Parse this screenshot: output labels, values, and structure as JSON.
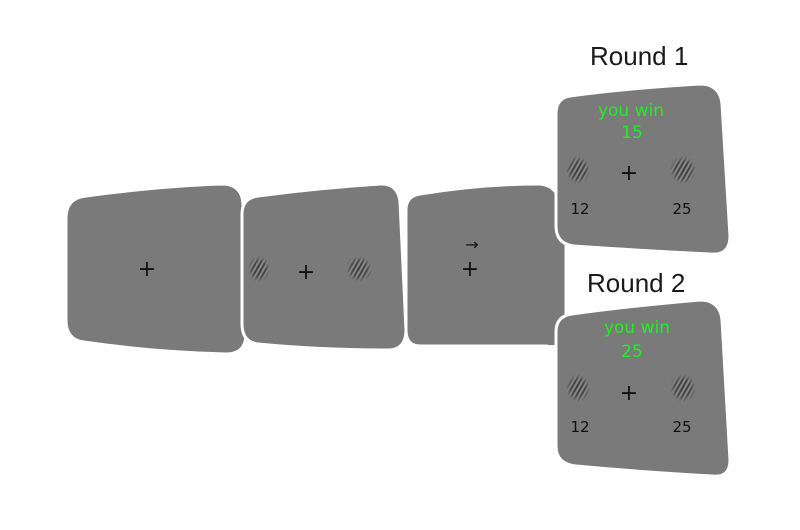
{
  "colors": {
    "screen_fill": "#7a7a7a",
    "screen_edge": "#ffffff",
    "fixation": "#111111",
    "feedback": "#22ee22",
    "value_text": "#111111",
    "title_text": "#1a1a1a"
  },
  "sequence": {
    "screens": [
      {
        "name": "fixation-screen",
        "fixation": "+"
      },
      {
        "name": "stimulus-screen",
        "fixation": "+"
      },
      {
        "name": "cue-screen",
        "fixation": "+",
        "cue": "→"
      }
    ]
  },
  "rounds": [
    {
      "title": "Round 1",
      "feedback_line1": "you win",
      "feedback_value": "15",
      "fixation": "+",
      "left_value": "12",
      "right_value": "25"
    },
    {
      "title": "Round 2",
      "feedback_line1": "you win",
      "feedback_value": "25",
      "fixation": "+",
      "left_value": "12",
      "right_value": "25"
    }
  ]
}
